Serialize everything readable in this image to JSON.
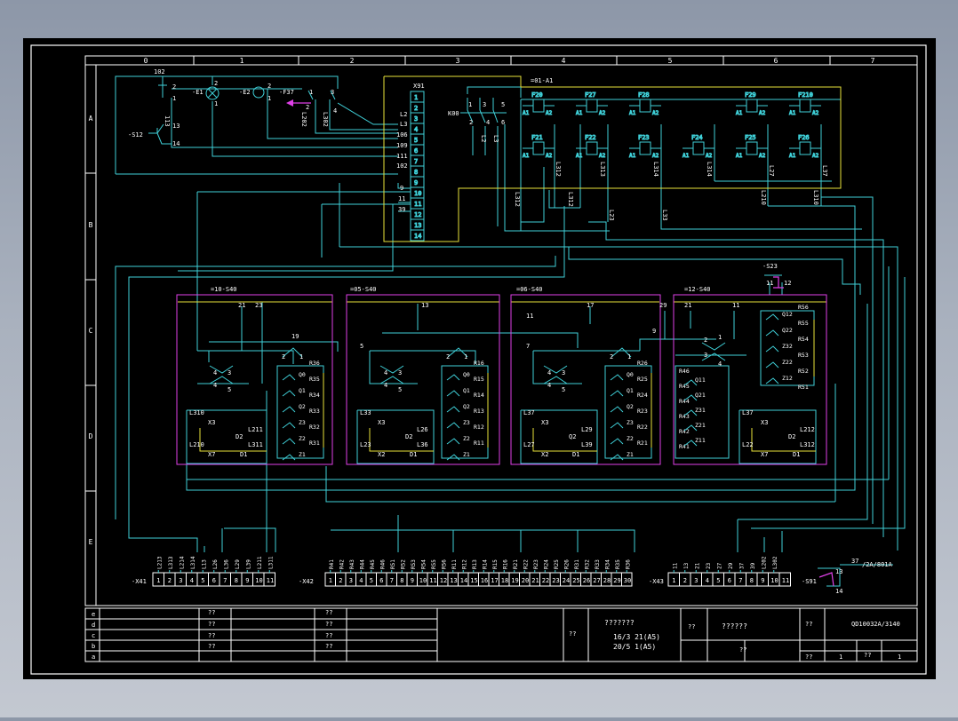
{
  "colors": {
    "background": "#000000",
    "wire": "#3fd0d8",
    "frame": "#ffffff",
    "yellow": "#e8e23a",
    "magenta": "#e040e8",
    "text": "#ffffff"
  },
  "column_numbers": [
    "0",
    "1",
    "2",
    "3",
    "4",
    "5",
    "6",
    "7"
  ],
  "row_letters": [
    "A",
    "B",
    "C",
    "D",
    "E"
  ],
  "top_devices": {
    "wire_102": "102",
    "e1": "-E1",
    "e2": "-E2",
    "f37": "-F37",
    "s12": "-S12",
    "w113": "113",
    "pin2a": "2",
    "pin1a": "1",
    "pin2b": "2",
    "pin1b": "1",
    "p1": "1",
    "p3": "3",
    "p2": "2",
    "p4": "4",
    "p13": "13",
    "p14": "14",
    "l202": "L202",
    "l302": "L302",
    "p6": "6"
  },
  "x91": {
    "label": "X91",
    "terminals": [
      "1",
      "2",
      "3",
      "4",
      "5",
      "6",
      "7",
      "8",
      "9",
      "10",
      "11",
      "12",
      "13",
      "14"
    ],
    "left_labels": [
      "L2",
      "L3",
      "106",
      "109",
      "111",
      "102",
      "9",
      "11",
      "39"
    ]
  },
  "k00": {
    "label": "K00",
    "pins": [
      "1",
      "3",
      "5",
      "2",
      "4",
      "6"
    ],
    "wires": [
      "L2",
      "L3"
    ]
  },
  "contactors": {
    "group_label": "=01-A1",
    "row1": [
      "F20",
      "F27",
      "F28",
      "F29",
      "F210"
    ],
    "row2": [
      "F21",
      "F22",
      "F23",
      "F24",
      "F25",
      "F26"
    ],
    "a1": "A1",
    "a2": "A2",
    "wire_labels": [
      "L312",
      "L313",
      "L314",
      "L314",
      "L27",
      "L37",
      "L312",
      "L312",
      "L23",
      "L33",
      "L210",
      "L310"
    ]
  },
  "s23": {
    "label": "-S23",
    "pins": [
      "11",
      "12"
    ]
  },
  "switches": [
    {
      "title": "=10-S40",
      "top_wires": [
        "21",
        "23"
      ],
      "pins": [
        "4",
        "3",
        "4",
        "5",
        "2",
        "1"
      ],
      "resistors": [
        "R36",
        "R35",
        "R34",
        "R33",
        "R32",
        "R31"
      ],
      "contacts": [
        "Q0",
        "Q1",
        "Q2",
        "Z3",
        "Z2",
        "Z1"
      ],
      "left_labels": [
        "L310",
        "X3",
        "L210",
        "X7"
      ],
      "right_labels": [
        "D2",
        "L211",
        "L311",
        "D1"
      ]
    },
    {
      "title": "=05-S40",
      "top_wires": [
        "13"
      ],
      "pins": [
        "4",
        "3",
        "4",
        "5",
        "2",
        "1"
      ],
      "resistors": [
        "R16",
        "R15",
        "R14",
        "R13",
        "R12",
        "R11"
      ],
      "contacts": [
        "Q0",
        "Q1",
        "Q2",
        "Z3",
        "Z2",
        "Z1"
      ],
      "left_labels": [
        "L33",
        "X3",
        "L23",
        "X2"
      ],
      "right_labels": [
        "D2",
        "L26",
        "L36",
        "D1"
      ]
    },
    {
      "title": "=06-S40",
      "top_wires": [
        "11",
        "17"
      ],
      "pins": [
        "4",
        "3",
        "4",
        "5",
        "2",
        "1"
      ],
      "resistors": [
        "R26",
        "R25",
        "R24",
        "R23",
        "R22",
        "R21"
      ],
      "contacts": [
        "Q0",
        "Q1",
        "Q2",
        "Z3",
        "Z2",
        "Z1"
      ],
      "left_labels": [
        "L37",
        "X3",
        "L27",
        "X2"
      ],
      "right_labels": [
        "Q2",
        "L29",
        "L39",
        "D1"
      ]
    },
    {
      "title": "=12-S40",
      "top_wires": [
        "29",
        "21",
        "11"
      ],
      "pins": [
        "2",
        "1",
        "3",
        "4"
      ],
      "resistors": [
        "R46",
        "R45",
        "R44",
        "R43",
        "R42",
        "R41"
      ],
      "contacts": [
        "Q11",
        "Q21",
        "Z31",
        "Z21",
        "Z11"
      ],
      "left_labels": [
        "L37",
        "X3",
        "L22",
        "X7"
      ],
      "right_labels": [
        "D2",
        "L212",
        "L312",
        "D1"
      ]
    }
  ],
  "mid_wires": [
    "19",
    "5",
    "7",
    "9"
  ],
  "right_stack": {
    "resistors": [
      "R56",
      "R55",
      "R54",
      "R53",
      "R52",
      "R51"
    ],
    "contacts": [
      "Q12",
      "Q22",
      "Z32",
      "Z22",
      "Z12"
    ]
  },
  "x41": {
    "label": "-X41",
    "terminals": [
      "1",
      "2",
      "3",
      "4",
      "5",
      "6",
      "7",
      "8",
      "9",
      "10",
      "11"
    ],
    "wires": [
      "L213",
      "L313",
      "L214",
      "L314",
      "L13",
      "L26",
      "L36",
      "L29",
      "L39",
      "L211",
      "L311"
    ]
  },
  "x42": {
    "label": "-X42",
    "terminals": [
      "1",
      "2",
      "3",
      "4",
      "5",
      "6",
      "7",
      "8",
      "9",
      "10",
      "11",
      "12",
      "13",
      "14",
      "15",
      "16",
      "17",
      "18",
      "19",
      "20",
      "21",
      "22",
      "23",
      "24",
      "25",
      "26",
      "27",
      "28",
      "29",
      "30"
    ],
    "wires": [
      "R41",
      "R42",
      "R43",
      "R44",
      "R45",
      "R46",
      "R51",
      "R52",
      "R53",
      "R54",
      "R55",
      "R56",
      "R11",
      "R12",
      "R13",
      "R14",
      "R15",
      "R16",
      "R21",
      "R22",
      "R23",
      "R24",
      "R25",
      "R26",
      "R31",
      "R32",
      "R33",
      "R34",
      "R35",
      "R36"
    ]
  },
  "x43": {
    "label": "-X43",
    "terminals": [
      "1",
      "2",
      "3",
      "4",
      "5",
      "6",
      "7",
      "8",
      "9",
      "10",
      "11"
    ],
    "wires": [
      "11",
      "13",
      "21",
      "23",
      "27",
      "29",
      "37",
      "39",
      "L202",
      "L302"
    ]
  },
  "s91": {
    "label": "-S91",
    "pins": [
      "13",
      "14"
    ],
    "ref": "37",
    "ref_code": "/2A/801A"
  },
  "title_block": {
    "rows": [
      "e",
      "d",
      "c",
      "b",
      "a"
    ],
    "qmarks": "??",
    "desc": "???????",
    "desc2": "??????",
    "line1": "16/3 21(A5)",
    "line2": "20/5 1(A5)",
    "drawing_no": "QD10032A/3140",
    "sheet_a": "1",
    "sheet_b": "1"
  }
}
